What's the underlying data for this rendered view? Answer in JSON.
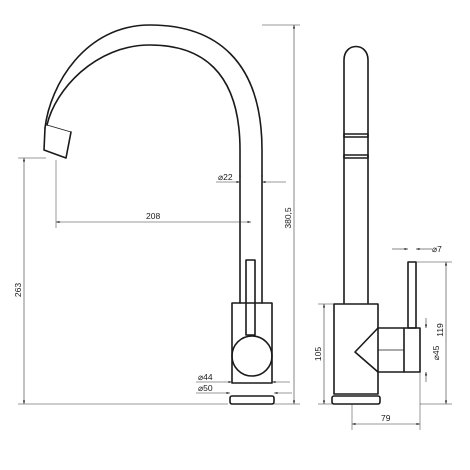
{
  "drawing": {
    "dimensions": {
      "height_total": "380,5",
      "spout_height": "263",
      "spout_reach": "208",
      "spout_diameter": "⌀22",
      "body_diameter_inner": "⌀44",
      "base_diameter": "⌀50",
      "handle_diameter": "⌀7",
      "handle_height": "119",
      "body_height": "105",
      "body_diameter_side": "⌀45",
      "depth": "79"
    }
  }
}
